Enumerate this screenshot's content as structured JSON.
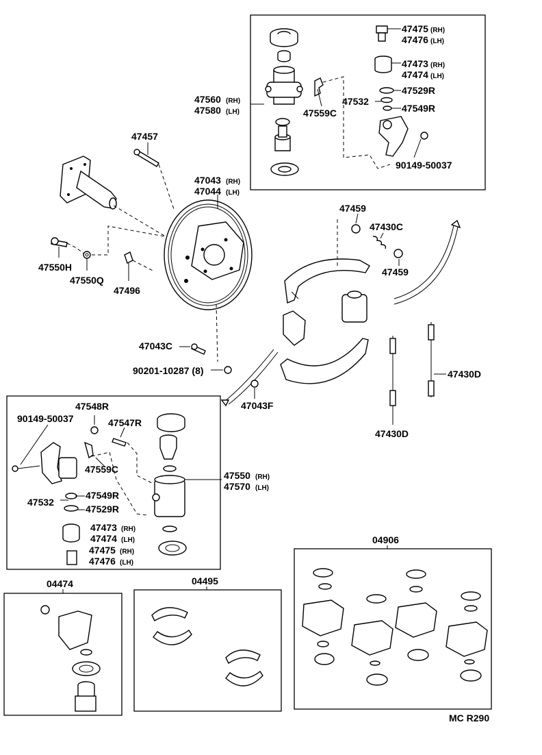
{
  "labels": {
    "p47475_rh": "47475",
    "p47476_lh": "47476",
    "p47473_rh": "47473",
    "p47474_lh": "47474",
    "p47529r_top": "47529R",
    "p47532_top": "47532",
    "p47549r_top": "47549R",
    "p47560": "47560",
    "p47580": "47580",
    "p47559c_top": "47559C",
    "p90149_top": "90149-50037",
    "p47457": "47457",
    "p47043": "47043",
    "p47044": "47044",
    "p47459_a": "47459",
    "p47430c": "47430C",
    "p47459_b": "47459",
    "p47550h": "47550H",
    "p47550q": "47550Q",
    "p47496": "47496",
    "p47043c": "47043C",
    "p90201": "90201-10287 (8)",
    "p47043f": "47043F",
    "p47430d_a": "47430D",
    "p47430d_b": "47430D",
    "p47548r": "47548R",
    "p90149_bot": "90149-50037",
    "p47547r": "47547R",
    "p47559c_bot": "47559C",
    "p47550": "47550",
    "p47570": "47570",
    "p47532_bot": "47532",
    "p47549r_bot": "47549R",
    "p47529r_bot": "47529R",
    "p47473_bot": "47473",
    "p47474_bot": "47474",
    "p47475_bot": "47475",
    "p47476_bot": "47476",
    "k04906": "04906",
    "k04474": "04474",
    "k04495": "04495",
    "code": "MC R290"
  },
  "suffix": {
    "rh": "(RH)",
    "lh": "(LH)"
  }
}
